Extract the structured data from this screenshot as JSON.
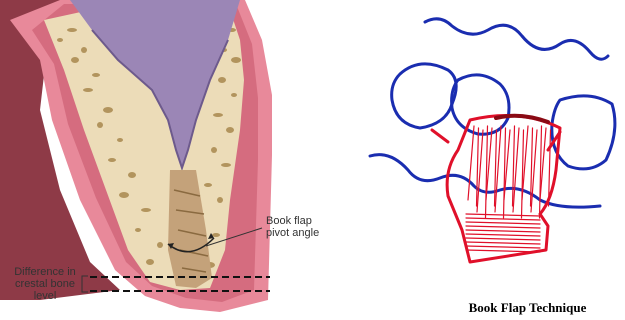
{
  "left_figure": {
    "labels": {
      "pivot_line1": "Book flap",
      "pivot_line2": "pivot angle",
      "diff_line1": "Difference in",
      "diff_line2": "crestal bone",
      "diff_line3": "level"
    },
    "colors": {
      "gingiva": "#e8899a",
      "gingiva_dark": "#c9596d",
      "mucosa_bg": "#8e3a47",
      "bone": "#ecdcb8",
      "bone_pores": "#a8884e",
      "root": "#9b86b6",
      "tooth_dark": "#b89265"
    }
  },
  "right_figure": {
    "caption": "Book Flap Technique",
    "colors": {
      "blue_ink": "#1a2db0",
      "red_ink": "#e0102a"
    }
  }
}
